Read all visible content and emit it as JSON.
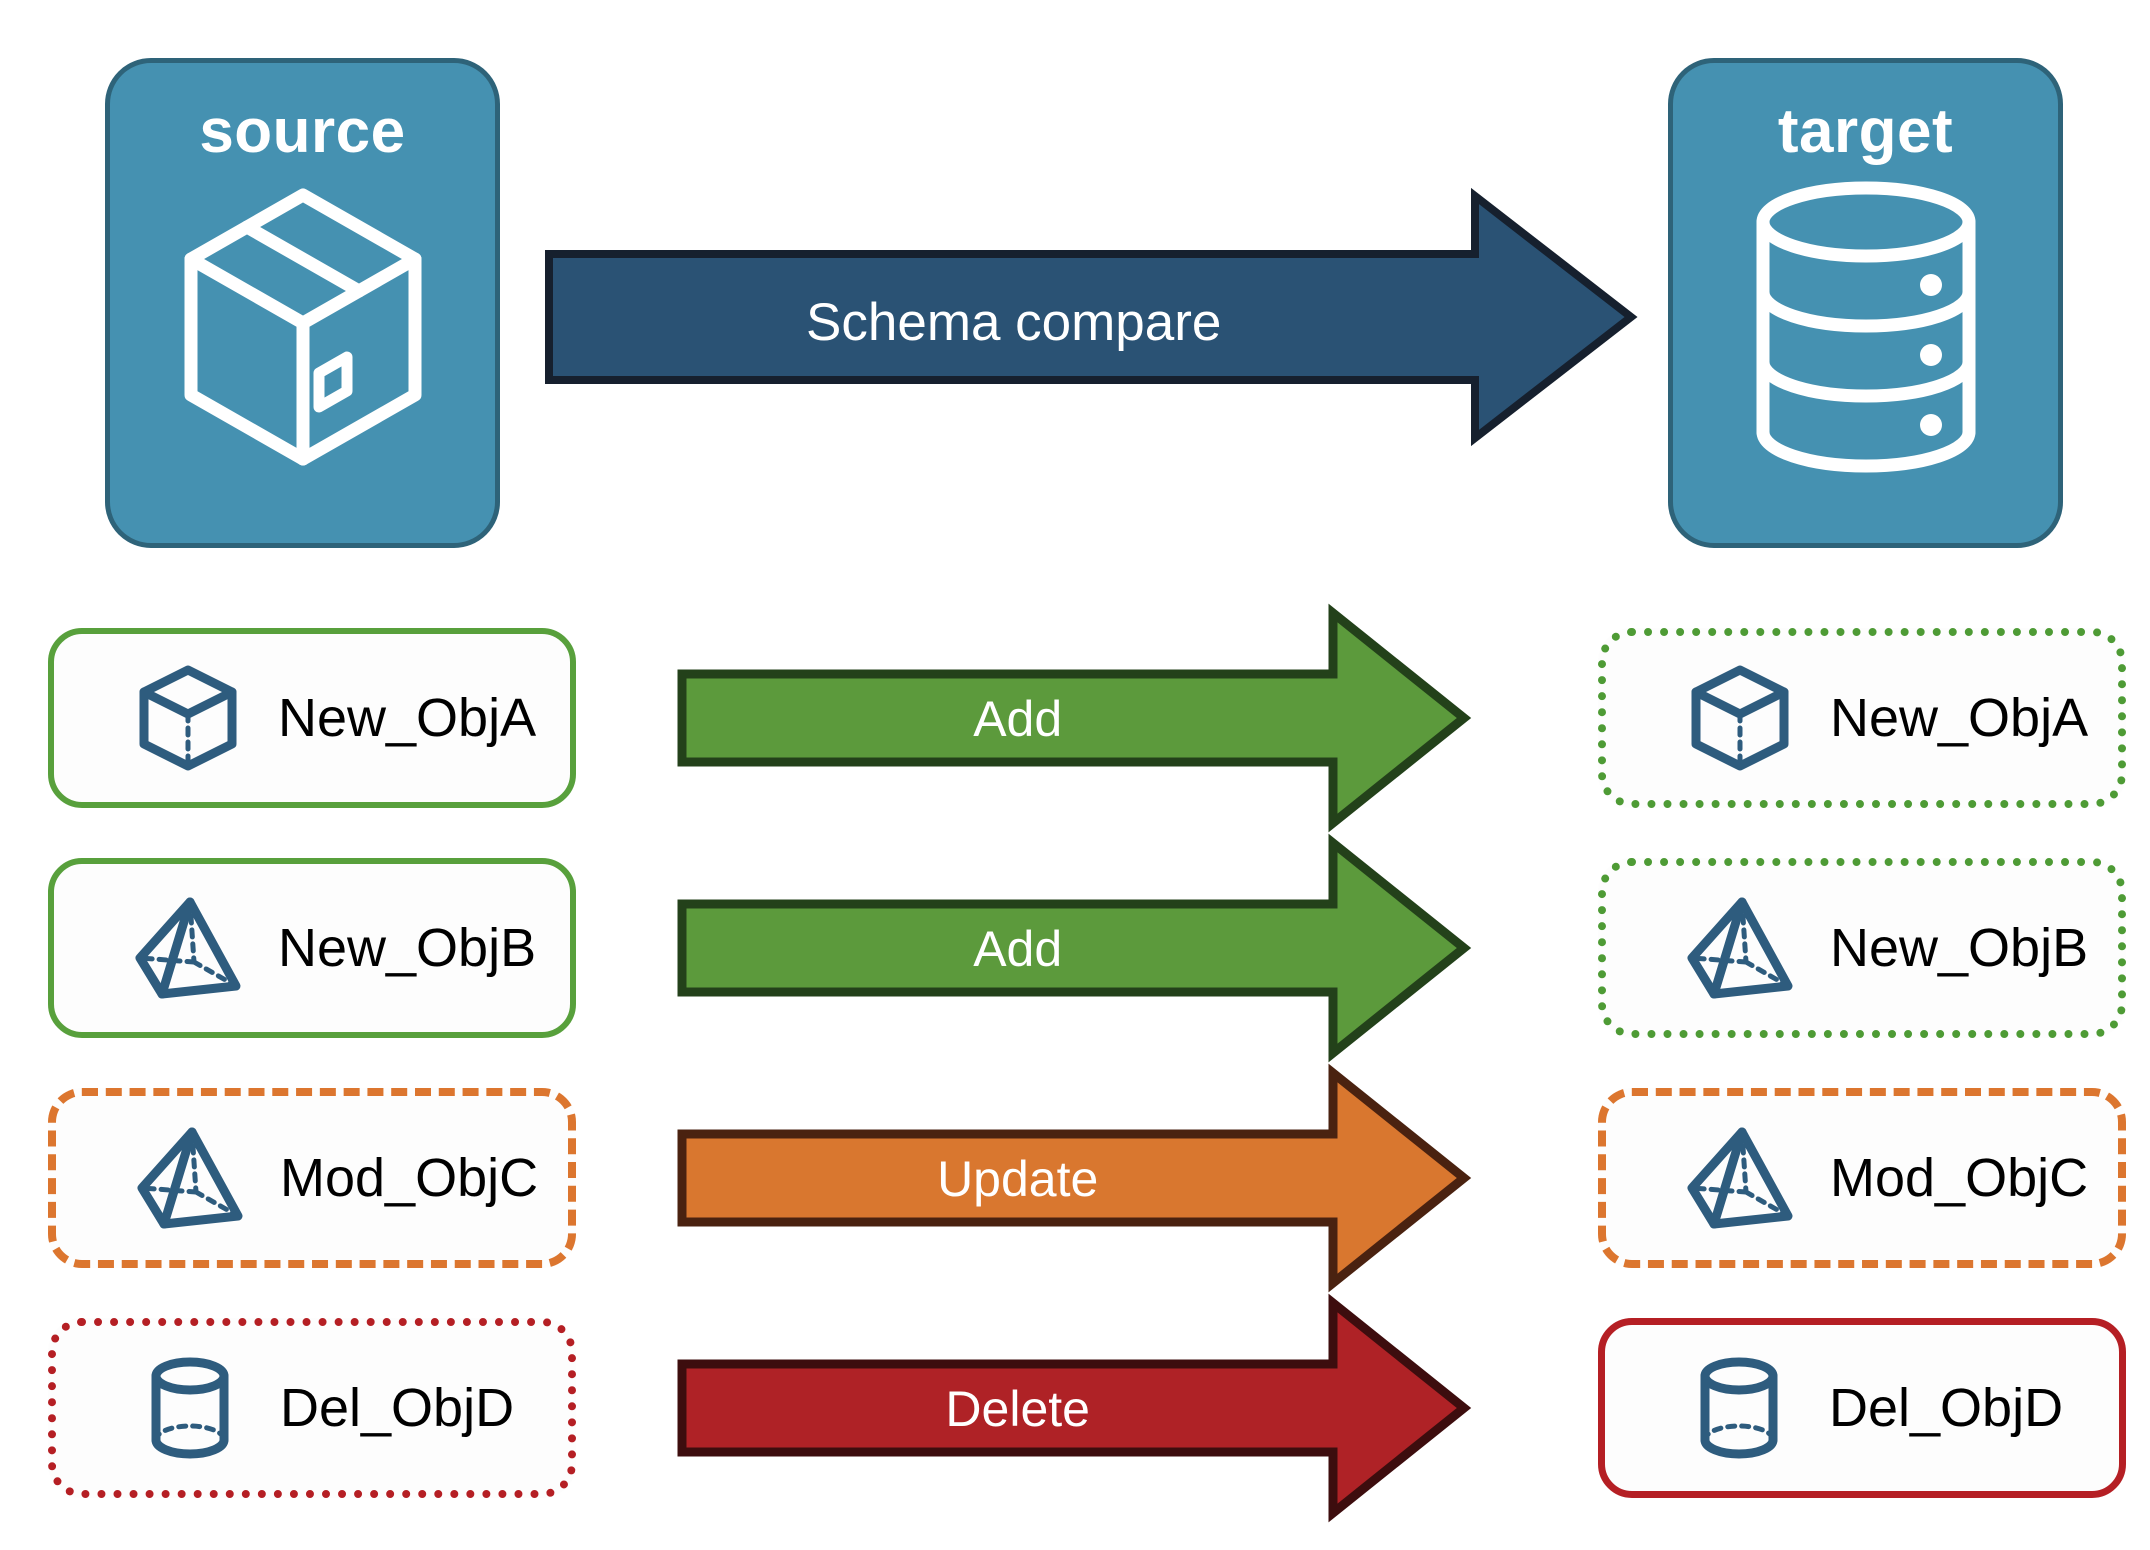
{
  "endpoints": {
    "source": {
      "title": "source",
      "icon": "package-box-icon",
      "fill": "#4591B1",
      "stroke": "#2E6379"
    },
    "target": {
      "title": "target",
      "icon": "database-cylinder-icon",
      "fill": "#4591B1",
      "stroke": "#2E6379"
    }
  },
  "schema_arrow": {
    "label": "Schema compare",
    "fill": "#2A5274",
    "stroke": "#16202E",
    "text_color": "#FFFFFF"
  },
  "rows": [
    {
      "source": {
        "label": "New_ObjA",
        "icon": "wireframe-cube-icon",
        "border_style": "solid",
        "border_color": "#58A03C"
      },
      "action": {
        "label": "Add",
        "fill": "#5C9A3C",
        "stroke": "#23411A"
      },
      "target": {
        "label": "New_ObjA",
        "icon": "wireframe-cube-icon",
        "border_style": "dotted",
        "border_color": "#4E9B35"
      }
    },
    {
      "source": {
        "label": "New_ObjB",
        "icon": "wireframe-pyramid-icon",
        "border_style": "solid",
        "border_color": "#58A03C"
      },
      "action": {
        "label": "Add",
        "fill": "#5C9A3C",
        "stroke": "#23411A"
      },
      "target": {
        "label": "New_ObjB",
        "icon": "wireframe-pyramid-icon",
        "border_style": "dotted",
        "border_color": "#4E9B35"
      }
    },
    {
      "source": {
        "label": "Mod_ObjC",
        "icon": "wireframe-pyramid-icon",
        "border_style": "dashed",
        "border_color": "#DC762F"
      },
      "action": {
        "label": "Update",
        "fill": "#D9772F",
        "stroke": "#4A2210"
      },
      "target": {
        "label": "Mod_ObjC",
        "icon": "wireframe-pyramid-icon",
        "border_style": "dashed",
        "border_color": "#DC762F"
      }
    },
    {
      "source": {
        "label": "Del_ObjD",
        "icon": "wireframe-cylinder-icon",
        "border_style": "dotted",
        "border_color": "#B51F24"
      },
      "action": {
        "label": "Delete",
        "fill": "#AF2226",
        "stroke": "#3D0D0E"
      },
      "target": {
        "label": "Del_ObjD",
        "icon": "wireframe-cylinder-icon",
        "border_style": "solid",
        "border_color": "#B51F24"
      }
    }
  ],
  "palette": {
    "icon_blue": "#2E5C7E",
    "card_background": "#FDFDFD",
    "page_background": "#FFFFFF"
  }
}
